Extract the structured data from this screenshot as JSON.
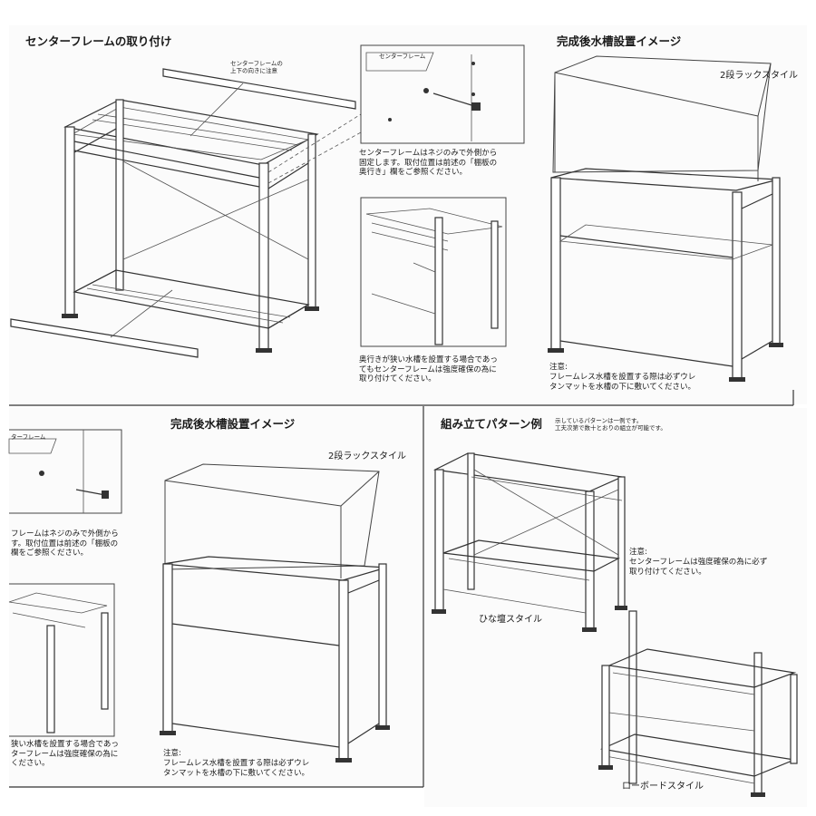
{
  "top": {
    "title_center_frame": "センターフレームの取り付け",
    "center_frame_note": "センターフレームの\n上下の向きに注意",
    "inset_label": "センターフレーム",
    "screw_note": "センターフレームはネジのみで外側から\n固定します。取付位置は前述の「棚板の\n奥行き」欄をご参照ください。",
    "narrow_tank_note": "奥行きが狭い水槽を設置する場合であっ\nてもセンターフレームは強度確保の為に\n取り付けてください。",
    "title_completed": "完成後水槽設置イメージ",
    "style_label": "2段ラックスタイル",
    "caution_label": "注意:",
    "caution_text": "フレームレス水槽を設置する際は必ずウレ\nタンマットを水槽の下に敷いてください。"
  },
  "bottom_left": {
    "inset_label": "ターフレーム",
    "screw_note": "フレームはネジのみで外側から\nす。取付位置は前述の「棚板の\n欄をご参照ください。",
    "narrow_tank_note": "狭い水槽を設置する場合であっ\nターフレームは強度確保の為に\nください。",
    "title_completed": "完成後水槽設置イメージ",
    "style_label": "2段ラックスタイル",
    "caution_label": "注意:",
    "caution_text": "フレームレス水槽を設置する際は必ずウレ\nタンマットを水槽の下に敷いてください。"
  },
  "bottom_right": {
    "title_patterns": "組み立てパターン例",
    "patterns_note": "示しているパターンは一例です。\n工夫次第で数十とおりの組立が可能です。",
    "hina_label": "ひな壇スタイル",
    "caution_label": "注意:",
    "caution_text": "センターフレームは強度確保の為に必ず\n取り付けてください。",
    "lowboard_label": "ローボードスタイル"
  },
  "colors": {
    "paper": "#fbfbfb",
    "ink": "#1a1a1a",
    "background": "#ffffff"
  }
}
